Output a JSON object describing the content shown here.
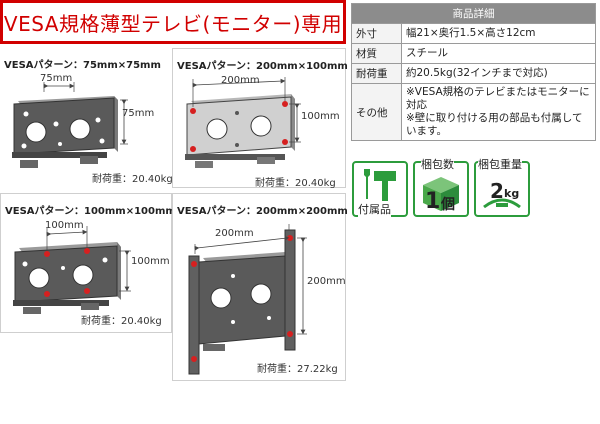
{
  "title": "VESA規格薄型テレビ(モニター)専用",
  "panels": [
    {
      "title": "VESAパターン：75mm×75mm",
      "h_dim": "75mm",
      "v_dim": "75mm",
      "weight": "耐荷重：20.40kg"
    },
    {
      "title": "VESAパターン：200mm×100mm",
      "h_dim": "200mm",
      "v_dim": "100mm",
      "weight": "耐荷重：20.40kg"
    },
    {
      "title": "VESAパターン：100mm×100mm",
      "h_dim": "100mm",
      "v_dim": "100mm",
      "weight": "耐荷重：20.40kg"
    },
    {
      "title": "VESAパターン：200mm×200mm",
      "h_dim": "200mm",
      "v_dim": "200mm",
      "weight": "耐荷重：27.22kg"
    }
  ],
  "spec": {
    "header": "商品詳細",
    "rows": [
      {
        "label": "外寸",
        "value": "幅21×奥行1.5×高さ12cm"
      },
      {
        "label": "材質",
        "value": "スチール"
      },
      {
        "label": "耐荷重",
        "value": "約20.5kg(32インチまで対応)"
      },
      {
        "label": "その他",
        "value": "※VESA規格のテレビまたはモニターに対応\n※壁に取り付ける用の部品も付属しています。"
      }
    ]
  },
  "info": {
    "accessory_label": "付属品",
    "box_label": "梱包数",
    "box_value": "1",
    "box_unit": "個",
    "weight_label": "梱包重量",
    "weight_value": "2",
    "weight_unit": "kg"
  },
  "colors": {
    "accent_red": "#d10000",
    "accent_green": "#2c9c3c",
    "plate_dark": "#5a5a5a",
    "screw_red": "#d62020"
  }
}
